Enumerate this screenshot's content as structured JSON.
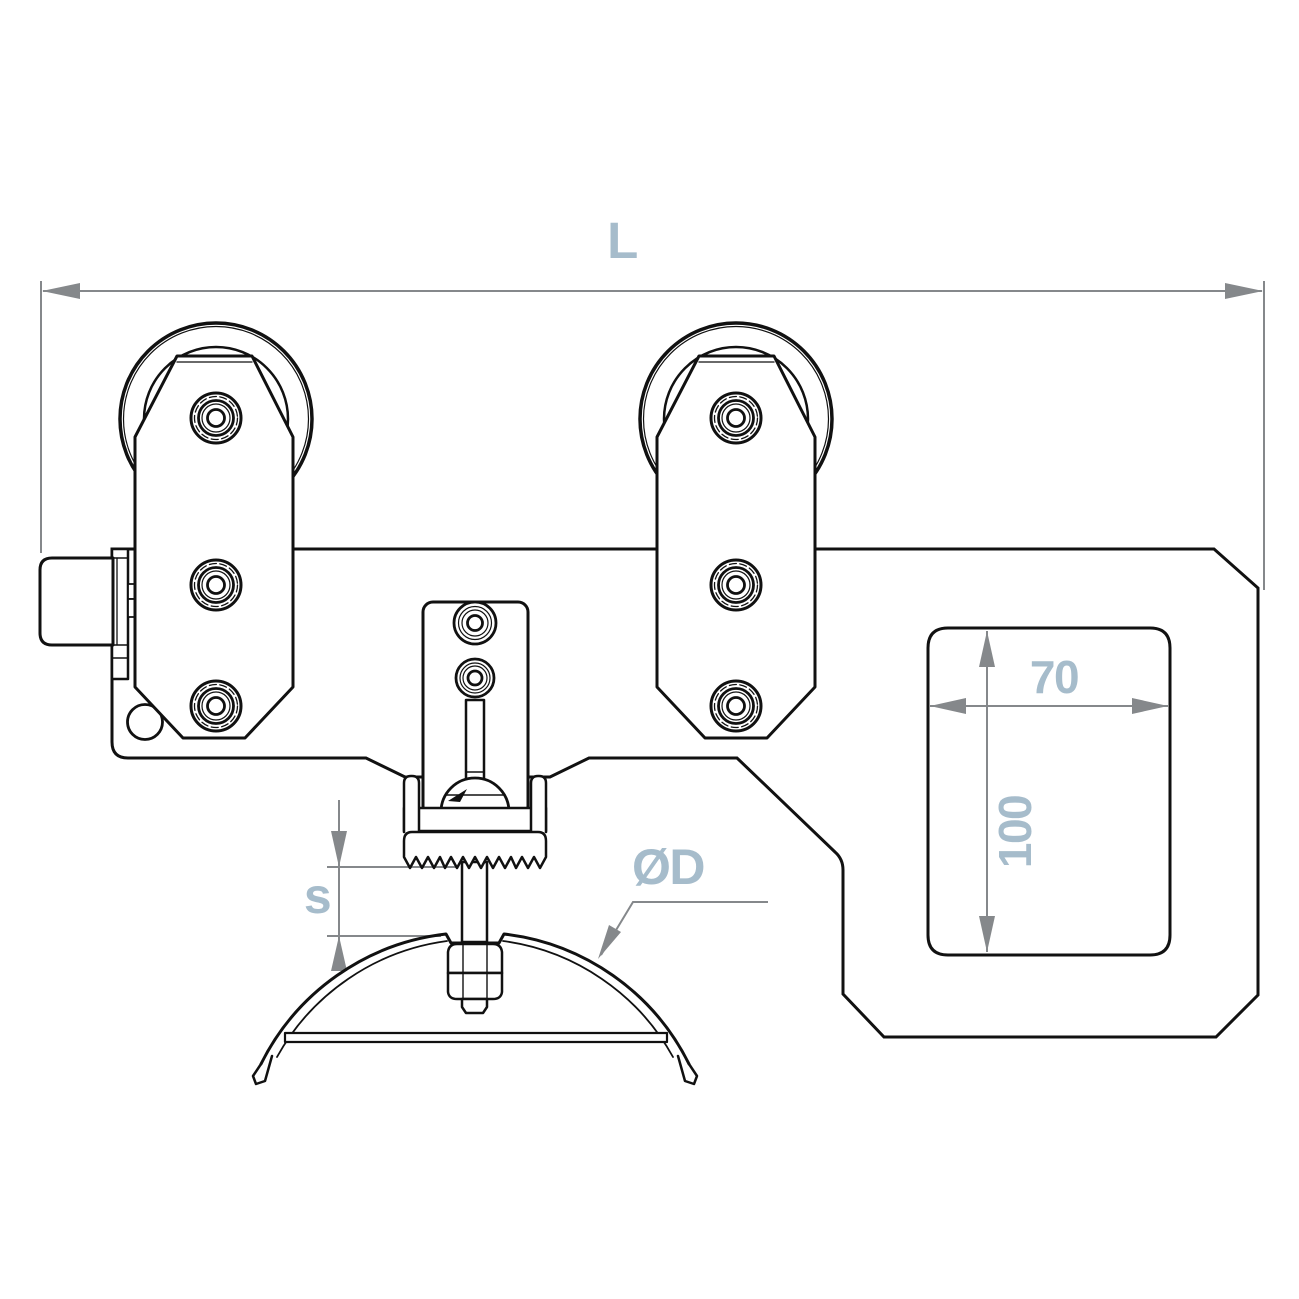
{
  "drawing": {
    "labels": {
      "overall_length": "L",
      "slot_width": "70",
      "slot_height": "100",
      "adjustment_travel": "s",
      "dome_diameter": "ØD"
    },
    "colors": {
      "line": "#111111",
      "dimension_line": "#85888b",
      "dimension_text": "#a6bccb",
      "background": "#ffffff"
    }
  }
}
